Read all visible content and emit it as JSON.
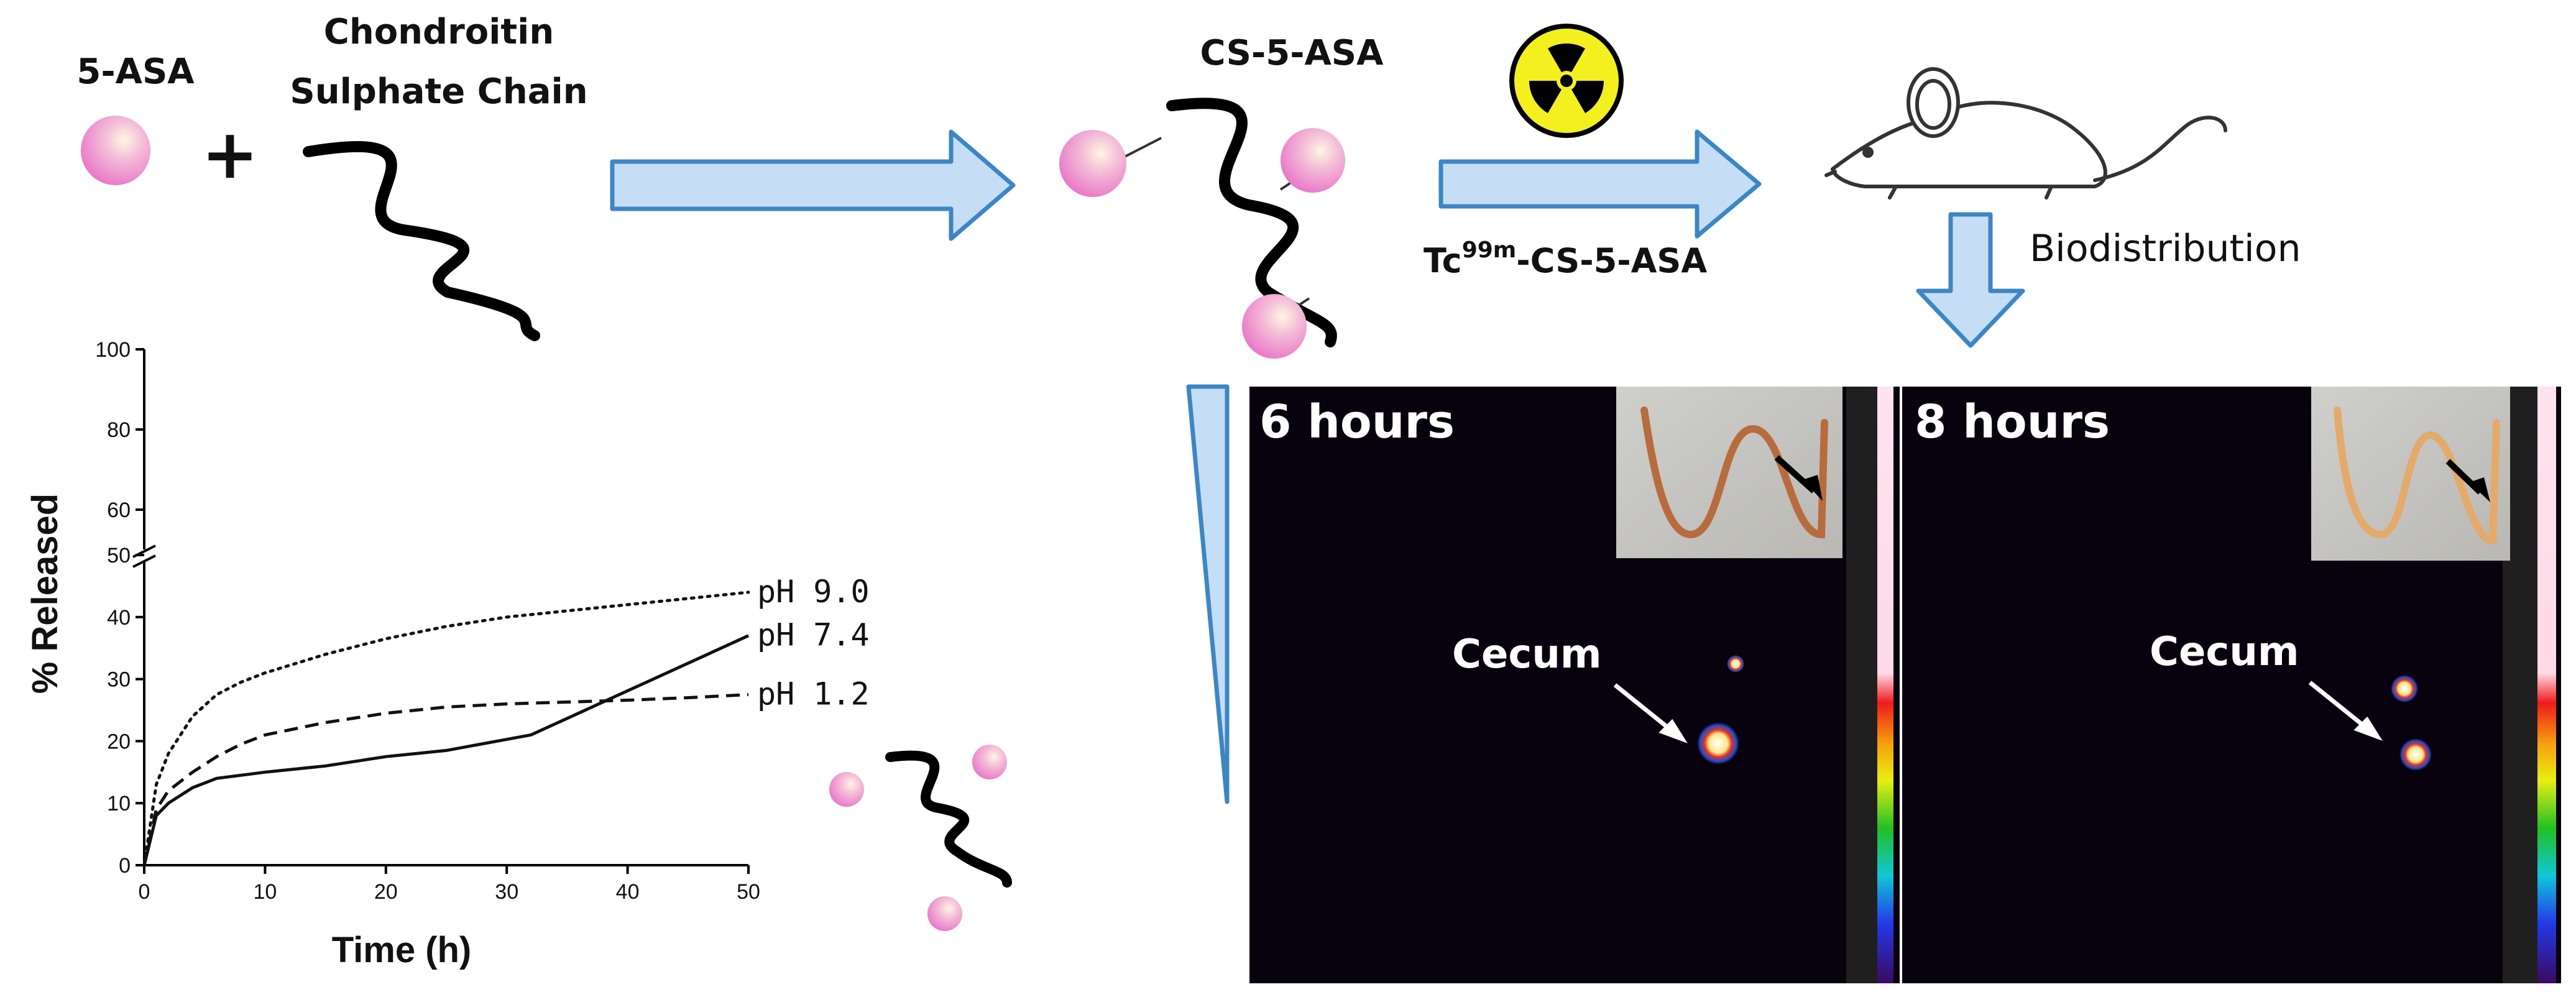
{
  "labels": {
    "drug": "5-ASA",
    "plus": "+",
    "polymer_line1": "Chondroitin",
    "polymer_line2": "Sulphate Chain",
    "conjugate": "CS-5-ASA",
    "radiolabel_main": "Tc",
    "radiolabel_sup": "99m",
    "radiolabel_rest": "-CS-5-ASA",
    "biodistribution": "Biodistribution"
  },
  "imaging": [
    {
      "time_label": "6 hours",
      "organ_label": "Cecum"
    },
    {
      "time_label": "8 hours",
      "organ_label": "Cecum"
    }
  ],
  "colors": {
    "arrow_fill": "#c6def5",
    "arrow_stroke": "#3d86c6",
    "bead_pink": "#f08ccf",
    "scan_bg": "#08020f",
    "radiation_yellow": "#f4ef1f"
  },
  "chart_data": {
    "type": "line",
    "xlabel": "Time (h)",
    "ylabel": "% Released",
    "xlim": [
      0,
      50
    ],
    "ylim": [
      0,
      100
    ],
    "axis_break": [
      50,
      60
    ],
    "x_ticks": [
      0,
      10,
      20,
      30,
      40,
      50
    ],
    "y_ticks": [
      0,
      10,
      20,
      30,
      40,
      50,
      60,
      80,
      100
    ],
    "series": [
      {
        "name": "pH 9.0",
        "style": "dotted",
        "x": [
          0,
          1,
          2,
          4,
          6,
          8,
          10,
          15,
          20,
          25,
          30,
          35,
          40,
          45,
          50
        ],
        "values": [
          0,
          13,
          18,
          24,
          27.5,
          29.5,
          31,
          34,
          36.5,
          38.5,
          40,
          41,
          42,
          43,
          44
        ]
      },
      {
        "name": "pH 7.4",
        "style": "solid",
        "x": [
          0,
          1,
          2,
          4,
          6,
          8,
          10,
          15,
          20,
          25,
          32,
          50
        ],
        "values": [
          0,
          8,
          10,
          12.5,
          14,
          14.5,
          15,
          16,
          17.5,
          18.5,
          21,
          37
        ]
      },
      {
        "name": "pH 1.2",
        "style": "dashed",
        "x": [
          0,
          1,
          2,
          4,
          6,
          8,
          10,
          15,
          20,
          25,
          30,
          35,
          40,
          45,
          50
        ],
        "values": [
          0,
          9,
          12,
          15,
          17.5,
          19.5,
          21,
          23,
          24.5,
          25.5,
          26,
          26.3,
          26.6,
          27,
          27.5
        ]
      }
    ]
  }
}
